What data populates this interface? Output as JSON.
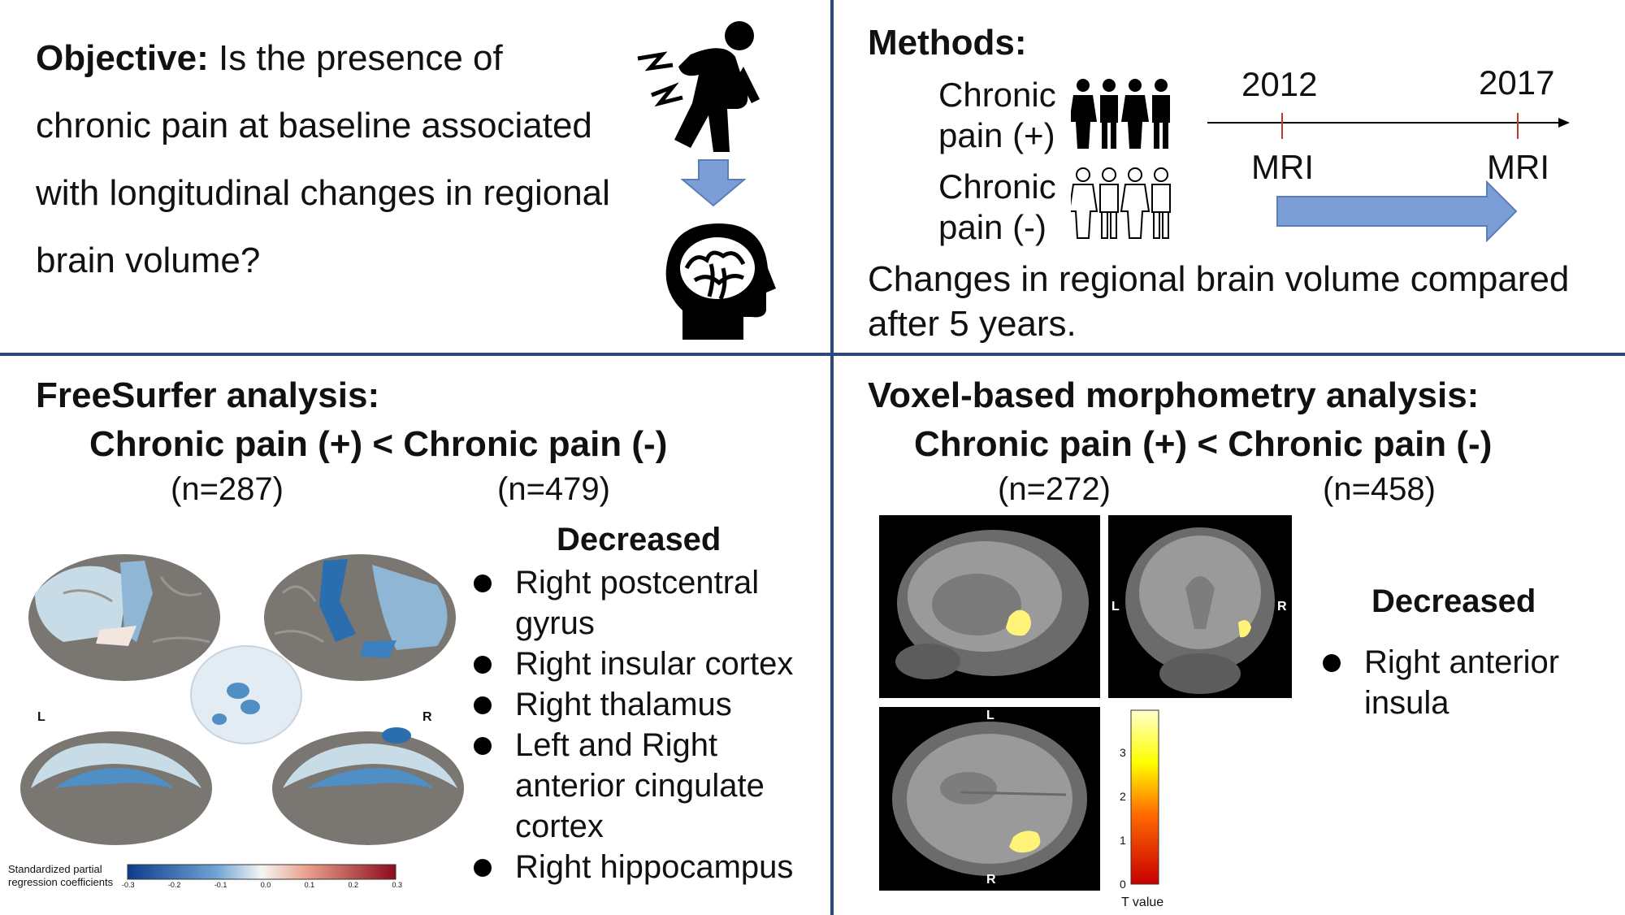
{
  "objective": {
    "label": "Objective:",
    "text": " Is the presence of chronic pain at baseline associated with longitudinal changes in regional brain volume?"
  },
  "icons": {
    "pain_person": "person-back-pain-icon",
    "arrow_down": "arrow-down-icon",
    "brain_head": "brain-head-icon",
    "group_filled": "people-filled-icon",
    "group_outline": "people-outline-icon"
  },
  "methods": {
    "title": "Methods:",
    "group_pos": "Chronic pain (+)",
    "group_neg": "Chronic pain (-)",
    "year_start": "2012",
    "year_end": "2017",
    "mri_start": "MRI",
    "mri_end": "MRI",
    "text": "Changes in regional brain volume compared after 5 years."
  },
  "freesurfer": {
    "title": "FreeSurfer analysis:",
    "comparison": "Chronic pain (+) < Chronic pain (-)",
    "n_pos": "(n=287)",
    "n_neg": "(n=479)",
    "decreased_title": "Decreased",
    "decreased": [
      "Right postcentral gyrus",
      "Right insular cortex",
      "Right thalamus",
      "Left and Right anterior cingulate cortex",
      "Right hippocampus"
    ],
    "side_left": "L",
    "side_right": "R",
    "scale_label": "Standardized partial regression coefficients",
    "scale_ticks": [
      "-0.3",
      "-0.2",
      "-0.1",
      "0.0",
      "0.1",
      "0.2",
      "0.3"
    ]
  },
  "vbm": {
    "title": "Voxel-based morphometry analysis:",
    "comparison": "Chronic pain (+) < Chronic pain (-)",
    "n_pos": "(n=272)",
    "n_neg": "(n=458)",
    "decreased_title": "Decreased",
    "decreased": [
      "Right anterior insula"
    ],
    "coronal_left": "L",
    "coronal_right": "R",
    "axial_top": "L",
    "axial_bottom": "R",
    "colorbar_ticks": [
      "3",
      "2",
      "1",
      "0"
    ],
    "colorbar_label": "T value"
  },
  "colors": {
    "divider": "#2b4a78",
    "arrow_fill": "#7b9ed6",
    "timeline_tick": "#c0392b"
  }
}
